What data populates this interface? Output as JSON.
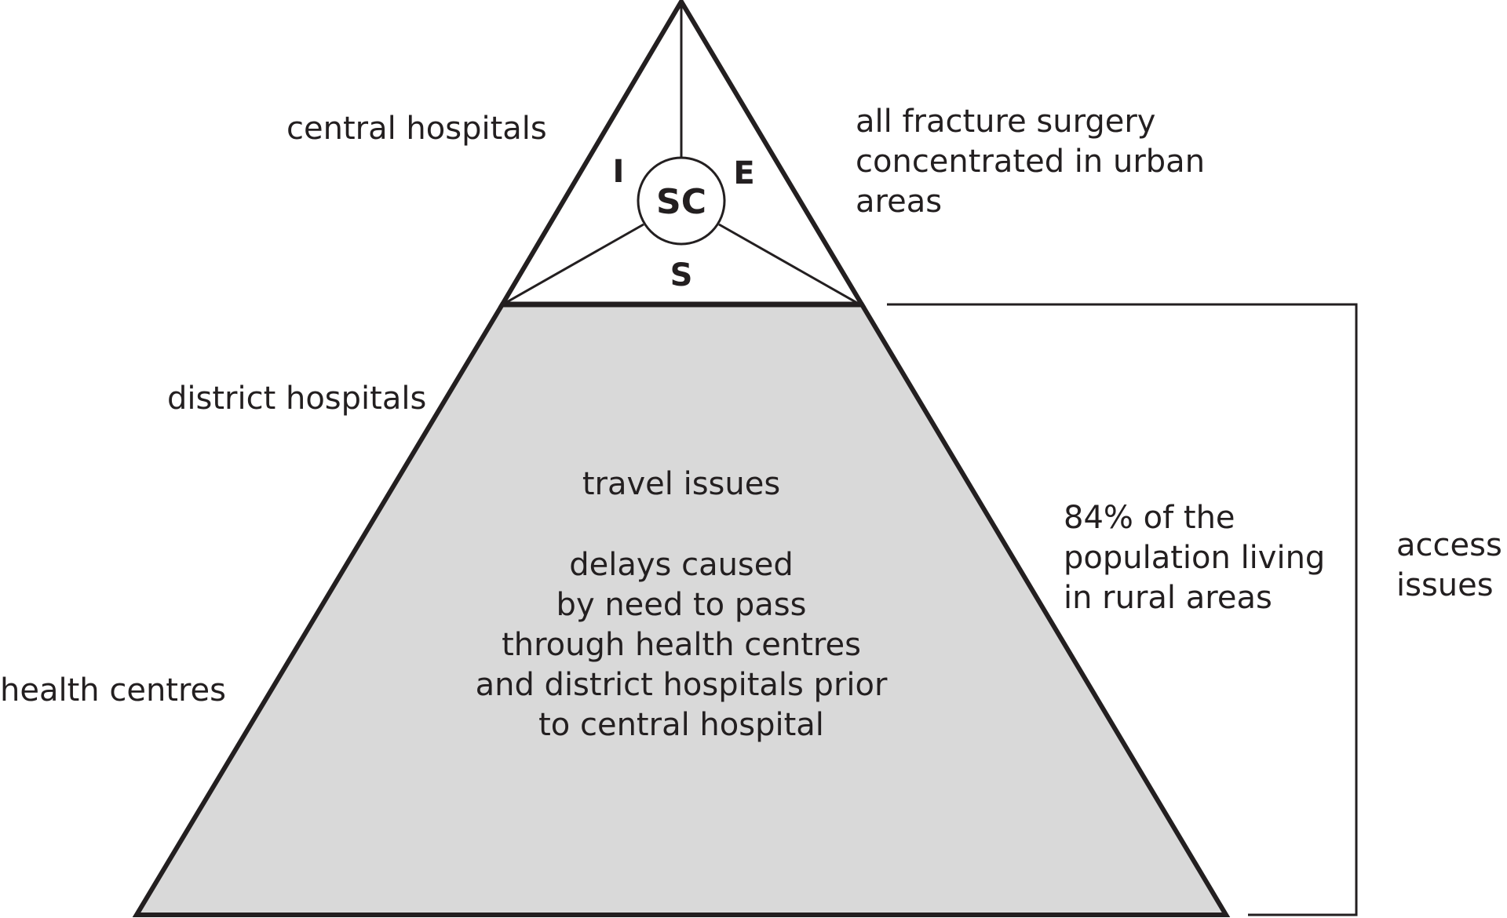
{
  "tiers": {
    "central": "central hospitals",
    "district": "district hospitals",
    "health": "health centres"
  },
  "apex": {
    "center": "SC",
    "left": "I",
    "right": "E",
    "bottom": "S"
  },
  "top_note": [
    "all fracture surgery",
    "concentrated in urban",
    "areas"
  ],
  "body_text": {
    "heading": "travel issues",
    "lines": [
      "delays caused",
      "by need to pass",
      "through health centres",
      "and district hospitals prior",
      "to central hospital"
    ]
  },
  "rural_note": [
    "84% of the",
    "population living",
    "in rural areas"
  ],
  "bracket_label": [
    "access",
    "issues"
  ],
  "colors": {
    "line": "#231f20",
    "lower_fill": "#d9d9d9",
    "background": "#ffffff"
  }
}
